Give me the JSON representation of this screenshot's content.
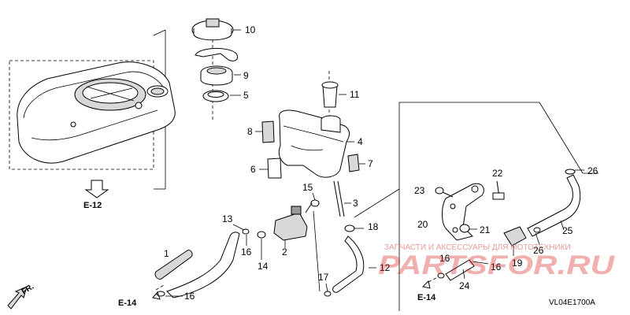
{
  "parts": {
    "p1": "1",
    "p2": "2",
    "p3": "3",
    "p4": "4",
    "p5": "5",
    "p6": "6",
    "p7": "7",
    "p8": "8",
    "p9": "9",
    "p10": "10",
    "p11": "11",
    "p12": "12",
    "p13": "13",
    "p14": "14",
    "p15": "15",
    "p16a": "16",
    "p16b": "16",
    "p16c": "16",
    "p16d": "16",
    "p17": "17",
    "p18": "18",
    "p19": "19",
    "p20": "20",
    "p21": "21",
    "p22": "22",
    "p23": "23",
    "p24": "24",
    "p25": "25",
    "p26a": "26",
    "p26b": "26"
  },
  "refs": {
    "e12": "E-12",
    "e14_left": "E-14",
    "e14_right": "E-14"
  },
  "direction": "FR.",
  "diagram_code": "VL04E1700A",
  "watermark": {
    "caption": "ЗАПЧАСТИ И АКСЕССУАРЫ ДЛЯ МОТОТЕХНИКИ",
    "logo": "PARTSFOR.RU"
  }
}
